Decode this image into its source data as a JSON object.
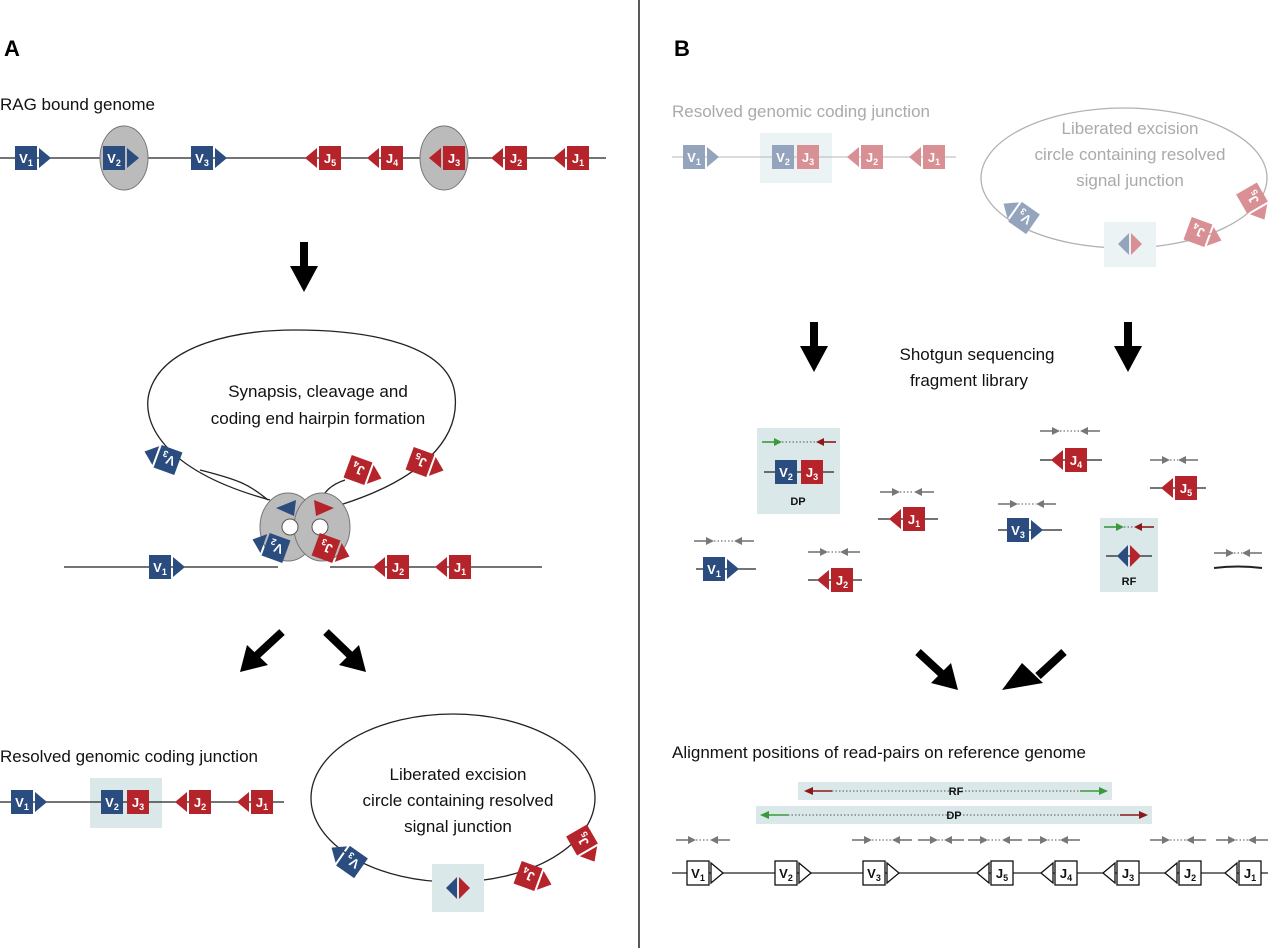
{
  "colors": {
    "v_segment": "#2b4c7e",
    "j_segment": "#b5242b",
    "rag_protein": "#bbbbbb",
    "highlight": "#dbe8ea",
    "read_grey": "#777777",
    "read_green": "#3a9a3a",
    "read_darkred": "#8b1a1a",
    "line": "#222222"
  },
  "panel_a": {
    "letter": "A",
    "rag_bound_label": "RAG bound genome",
    "synapsis_label": [
      "Synapsis, cleavage and",
      "coding end hairpin formation"
    ],
    "resolved_label": "Resolved genomic coding junction",
    "excision_label": [
      "Liberated excision",
      "circle containing resolved",
      "signal junction"
    ]
  },
  "panel_b": {
    "letter": "B",
    "resolved_label": "Resolved genomic coding junction",
    "excision_label": [
      "Liberated excision",
      "circle containing resolved",
      "signal junction"
    ],
    "shotgun_label": [
      "Shotgun sequencing",
      "fragment library"
    ],
    "alignment_label": "Alignment positions of read-pairs on reference genome",
    "dp_tag": "DP",
    "rf_tag": "RF"
  },
  "segments": {
    "v1": {
      "letter": "V",
      "sub": "1"
    },
    "v2": {
      "letter": "V",
      "sub": "2"
    },
    "v3": {
      "letter": "V",
      "sub": "3"
    },
    "j1": {
      "letter": "J",
      "sub": "1"
    },
    "j2": {
      "letter": "J",
      "sub": "2"
    },
    "j3": {
      "letter": "J",
      "sub": "3"
    },
    "j4": {
      "letter": "J",
      "sub": "4"
    },
    "j5": {
      "letter": "J",
      "sub": "5"
    }
  }
}
